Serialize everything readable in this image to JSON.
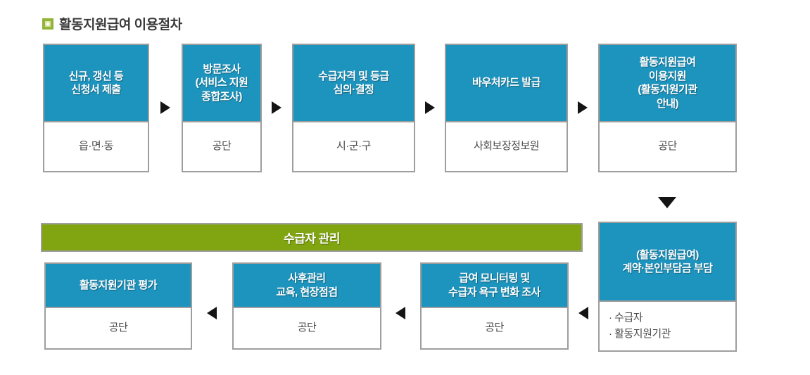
{
  "title": "활동지원급여 이용절차",
  "colors": {
    "process_fill": "#1d94be",
    "management_fill": "#81a411",
    "box_border": "#9e9e9e",
    "title_text": "#3b3b3b",
    "bullet_green": "#94b339",
    "arrow_black": "#141414"
  },
  "top_row": [
    {
      "step": "신규, 갱신 등\n신청서 제출",
      "actor": "읍·면·동"
    },
    {
      "step": "방문조사\n(서비스 지원\n종합조사)",
      "actor": "공단"
    },
    {
      "step": "수급자격 및 등급\n심의·결정",
      "actor": "시·군·구"
    },
    {
      "step": "바우처카드 발급",
      "actor": "사회보장정보원"
    },
    {
      "step": "활동지원급여\n이용지원\n(활동지원기관\n안내)",
      "actor": "공단"
    }
  ],
  "management_bar": "수급자 관리",
  "right_box": {
    "step": "(활동지원급여)\n계약·본인부담금 부담",
    "actor": "· 수급자\n· 활동지원기관"
  },
  "bottom_row": [
    {
      "step": "활동지원기관 평가",
      "actor": "공단"
    },
    {
      "step": "사후관리\n교육, 현장점검",
      "actor": "공단"
    },
    {
      "step": "급여 모니터링 및\n수급자 욕구 변화 조사",
      "actor": "공단"
    }
  ]
}
